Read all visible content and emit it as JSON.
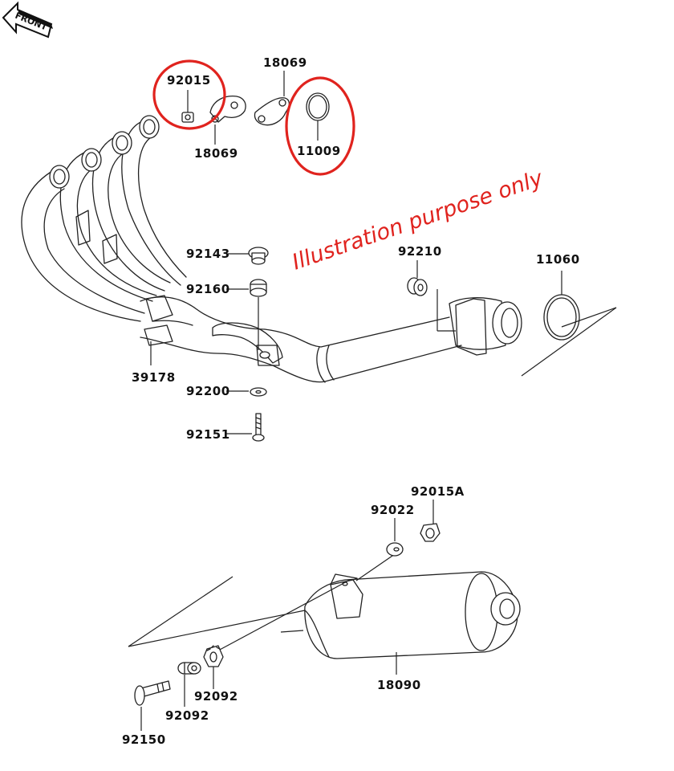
{
  "front_label": "FRONT",
  "note": "Illustration purpose only",
  "colors": {
    "line": "#222222",
    "highlight": "#e0231e",
    "note": "#e0231e",
    "background": "#ffffff"
  },
  "part_numbers": {
    "p92015": "92015",
    "p18069_top": "18069",
    "p18069_bottom": "18069",
    "p11009": "11009",
    "p92143": "92143",
    "p92160": "92160",
    "p92210": "92210",
    "p11060": "11060",
    "p39178": "39178",
    "p92200": "92200",
    "p92151": "92151",
    "p92015A": "92015A",
    "p92022": "92022",
    "p18090": "18090",
    "p92092_a": "92092",
    "p92092_b": "92092",
    "p92150": "92150"
  },
  "highlighted_parts": [
    "92015",
    "11009"
  ]
}
